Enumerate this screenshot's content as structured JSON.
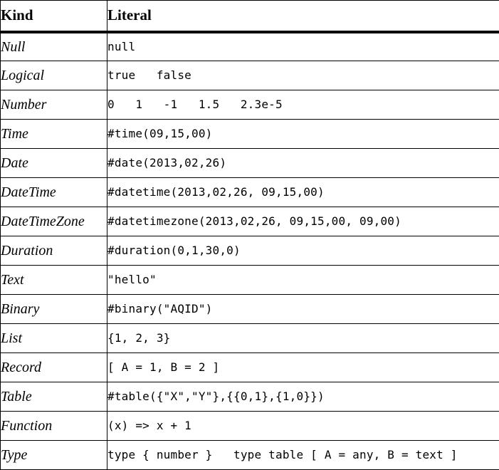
{
  "table": {
    "columns": [
      {
        "key": "kind",
        "header": "Kind"
      },
      {
        "key": "literal",
        "header": "Literal"
      }
    ],
    "rows": [
      {
        "kind": "Null",
        "literal": "null"
      },
      {
        "kind": "Logical",
        "literal": "true   false"
      },
      {
        "kind": "Number",
        "literal": "0   1   -1   1.5   2.3e-5"
      },
      {
        "kind": "Time",
        "literal": "#time(09,15,00)"
      },
      {
        "kind": "Date",
        "literal": "#date(2013,02,26)"
      },
      {
        "kind": "DateTime",
        "literal": "#datetime(2013,02,26, 09,15,00)"
      },
      {
        "kind": "DateTimeZone",
        "literal": "#datetimezone(2013,02,26, 09,15,00, 09,00)"
      },
      {
        "kind": "Duration",
        "literal": "#duration(0,1,30,0)"
      },
      {
        "kind": "Text",
        "literal": "\"hello\""
      },
      {
        "kind": "Binary",
        "literal": "#binary(\"AQID\")"
      },
      {
        "kind": "List",
        "literal": "{1, 2, 3}"
      },
      {
        "kind": "Record",
        "literal": "[ A = 1, B = 2 ]"
      },
      {
        "kind": "Table",
        "literal": "#table({\"X\",\"Y\"},{{0,1},{1,0}})"
      },
      {
        "kind": "Function",
        "literal": "(x) => x + 1"
      },
      {
        "kind": "Type",
        "literal": "type { number }   type table [ A = any, B = text ]"
      }
    ]
  }
}
